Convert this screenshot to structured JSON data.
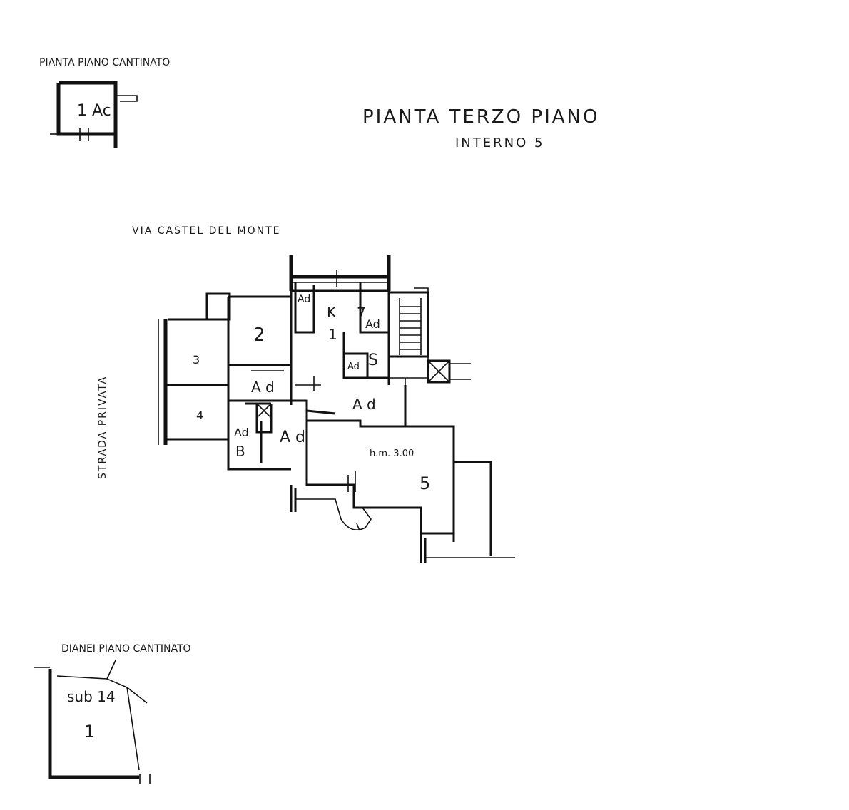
{
  "titles": {
    "main": "PIANTA TERZO PIANO",
    "sub": "INTERNO 5",
    "cellar_top": "PIANTA PIANO CANTINATO",
    "cellar_bottom": "DIANEI PIANO CANTINATO"
  },
  "streets": {
    "north": "VIA CASTEL DEL MONTE",
    "west": "STRADA PRIVATA"
  },
  "rooms": {
    "cellar_top_label": "1 Ac",
    "cellar_bottom_sub": "sub 14",
    "cellar_bottom_label": "1",
    "room_2": "2",
    "room_3": "3",
    "room_4": "4",
    "kitchen_k": "K",
    "kitchen_1": "1",
    "ad_top": "Ad",
    "ad_right": "Ad",
    "ad_small": "Ad",
    "s_label": "S",
    "seven": "7",
    "a_d_corridor": "A d",
    "a_d_center": "A d",
    "ad_b_top": "Ad",
    "b_label": "B",
    "a_d_right": "A d",
    "room_5": "5",
    "height": "h.m. 3.00"
  }
}
